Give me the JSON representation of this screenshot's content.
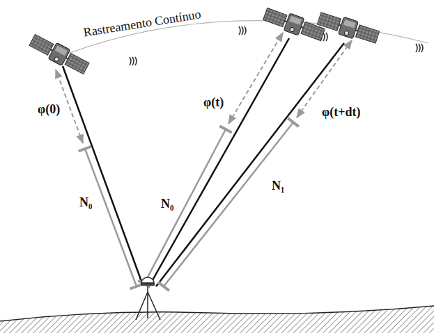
{
  "diagram": {
    "labels": [
      "Rastreamento Contínuo",
      "φ(0)",
      "N₀",
      "φ(t)",
      "N₀",
      "φ(t+dt)",
      "N₁"
    ]
  }
}
